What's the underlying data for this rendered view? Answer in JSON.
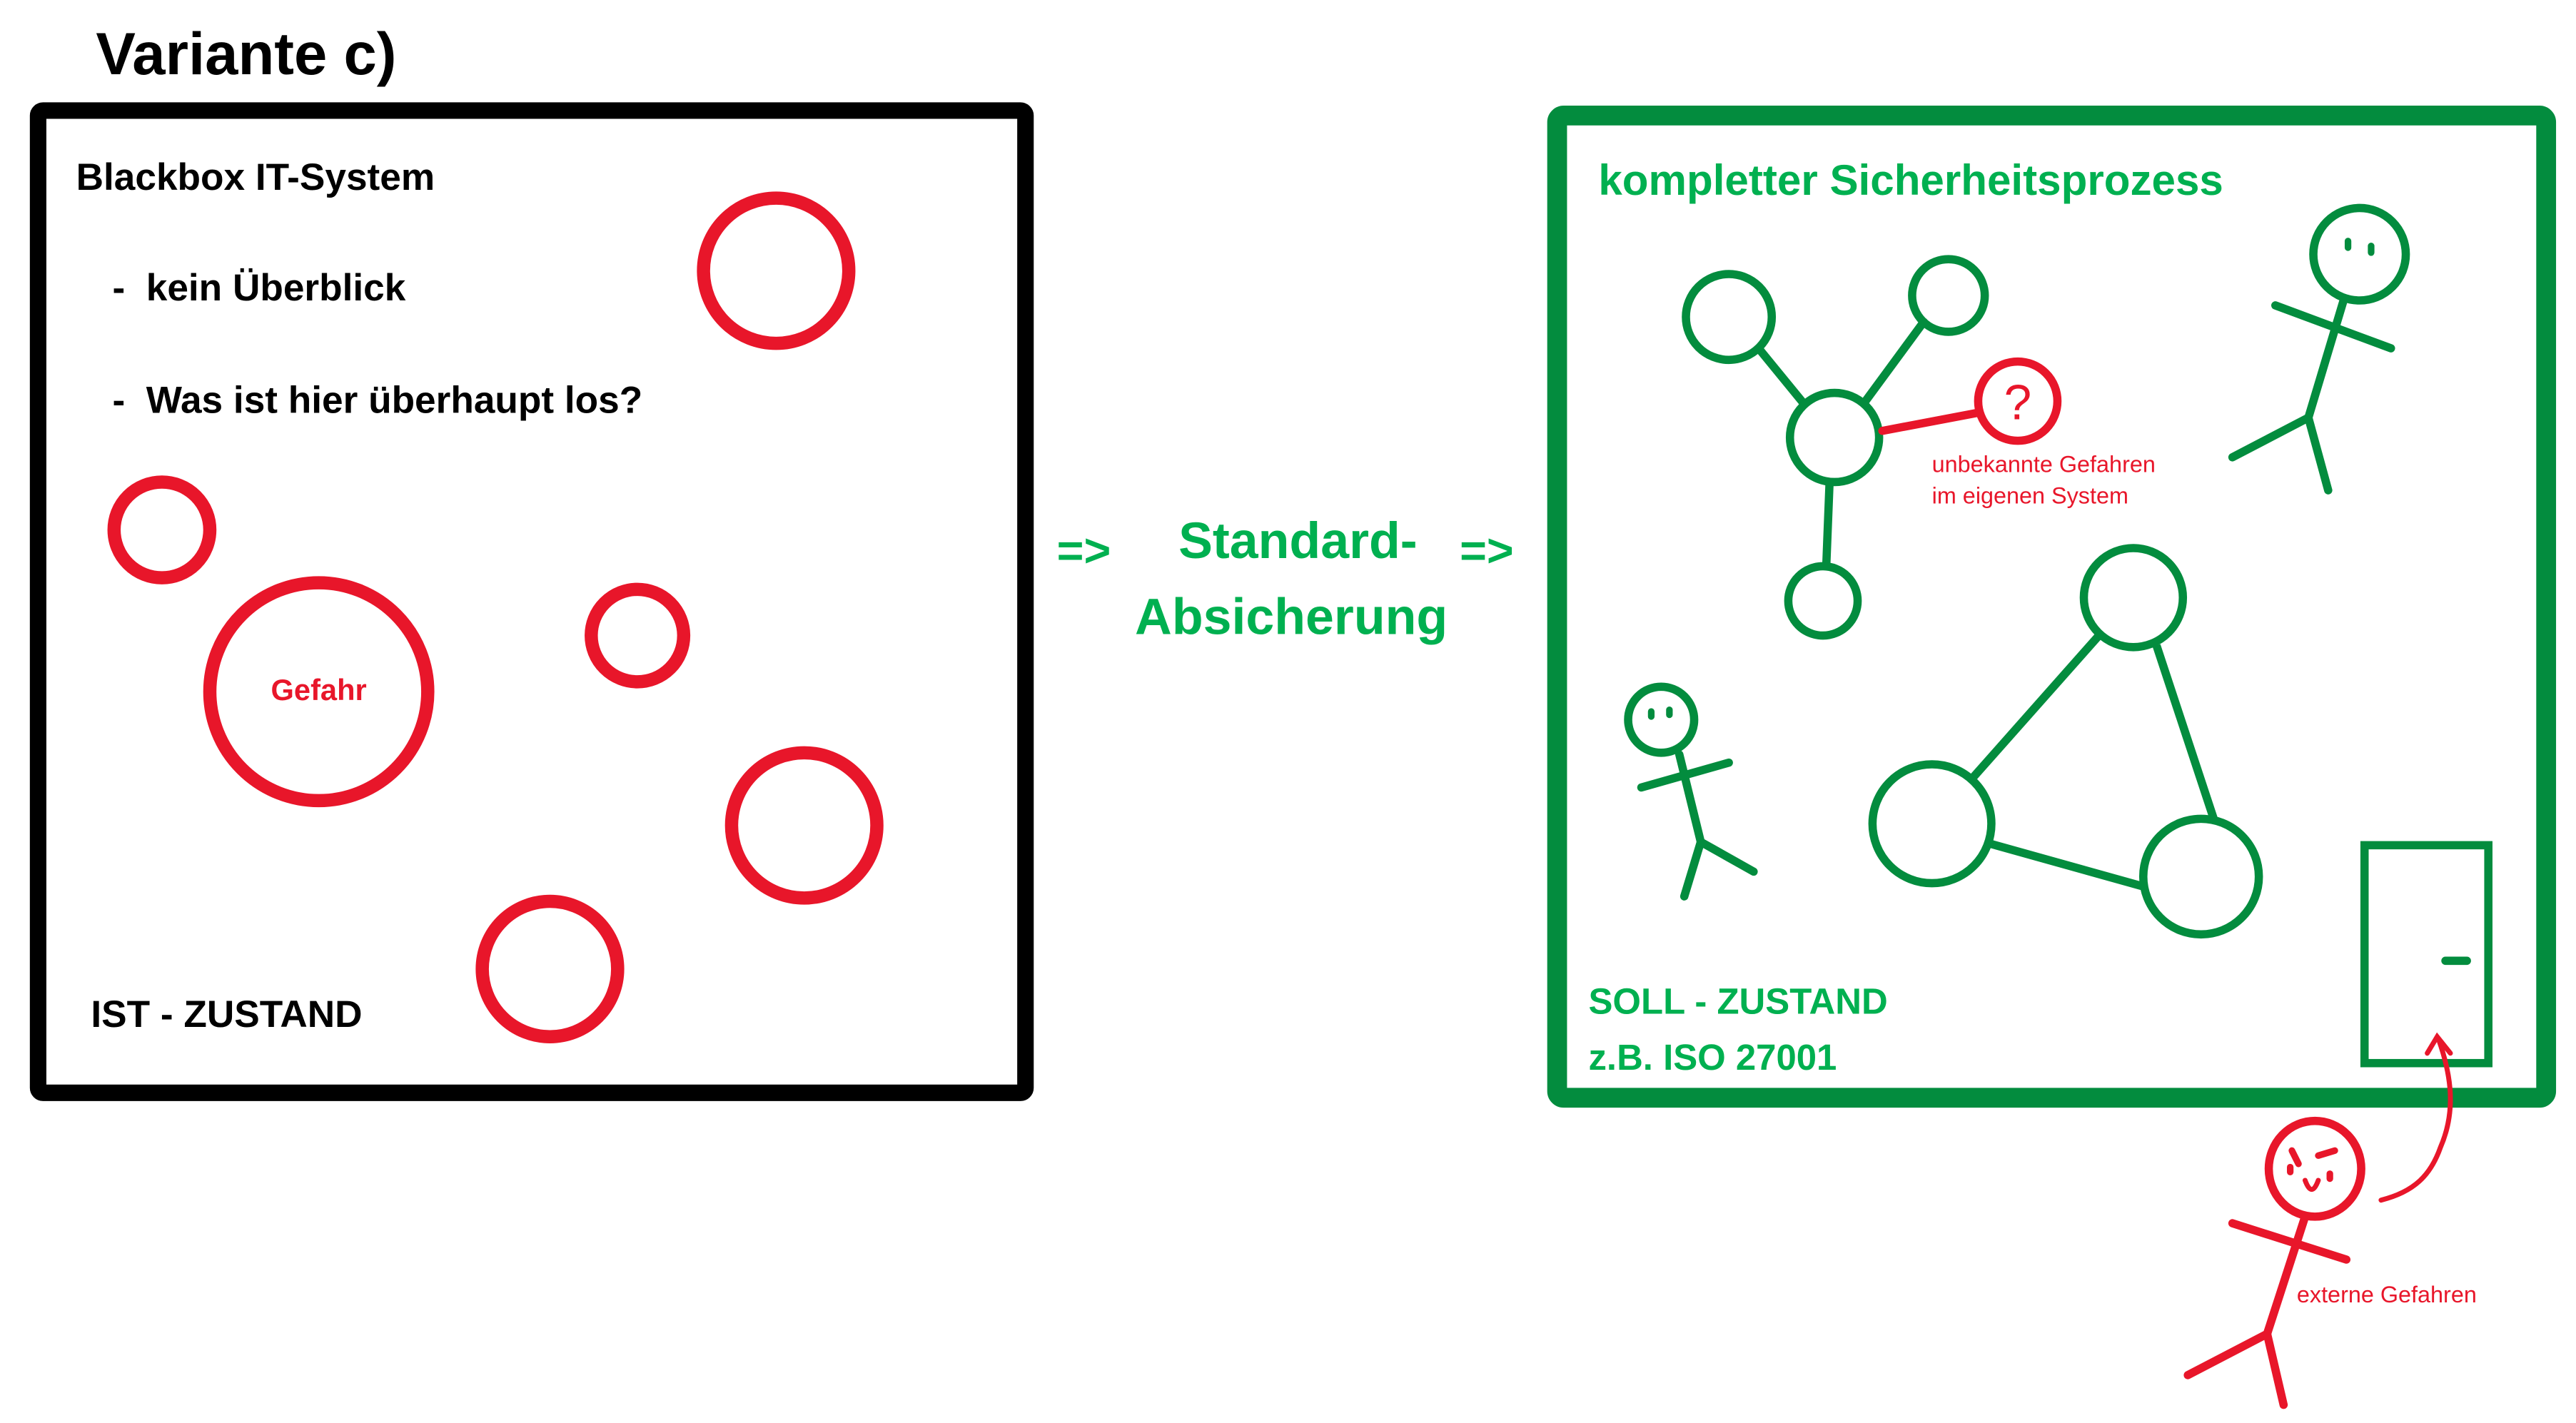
{
  "title": "Variante c)",
  "left_box": {
    "heading": "Blackbox IT-System",
    "bullets": [
      "-  kein Überblick",
      "-  Was ist hier überhaupt los?"
    ],
    "danger_label": "Gefahr",
    "state": "IST - ZUSTAND"
  },
  "middle": {
    "arrow_left": "=>",
    "line1": "Standard-",
    "line2": "Absicherung",
    "arrow_right": "=>"
  },
  "right_box": {
    "heading": "kompletter Sicherheitsprozess",
    "question_mark": "?",
    "unknown_line1": "unbekannte Gefahren",
    "unknown_line2": "im eigenen System",
    "state_line1": "SOLL - ZUSTAND",
    "state_line2": "z.B. ISO 27001"
  },
  "external": {
    "label": "externe Gefahren"
  },
  "colors": {
    "red": "#e8162a",
    "green_dark": "#038c3e",
    "green_text": "#00b050",
    "black": "#000000"
  }
}
